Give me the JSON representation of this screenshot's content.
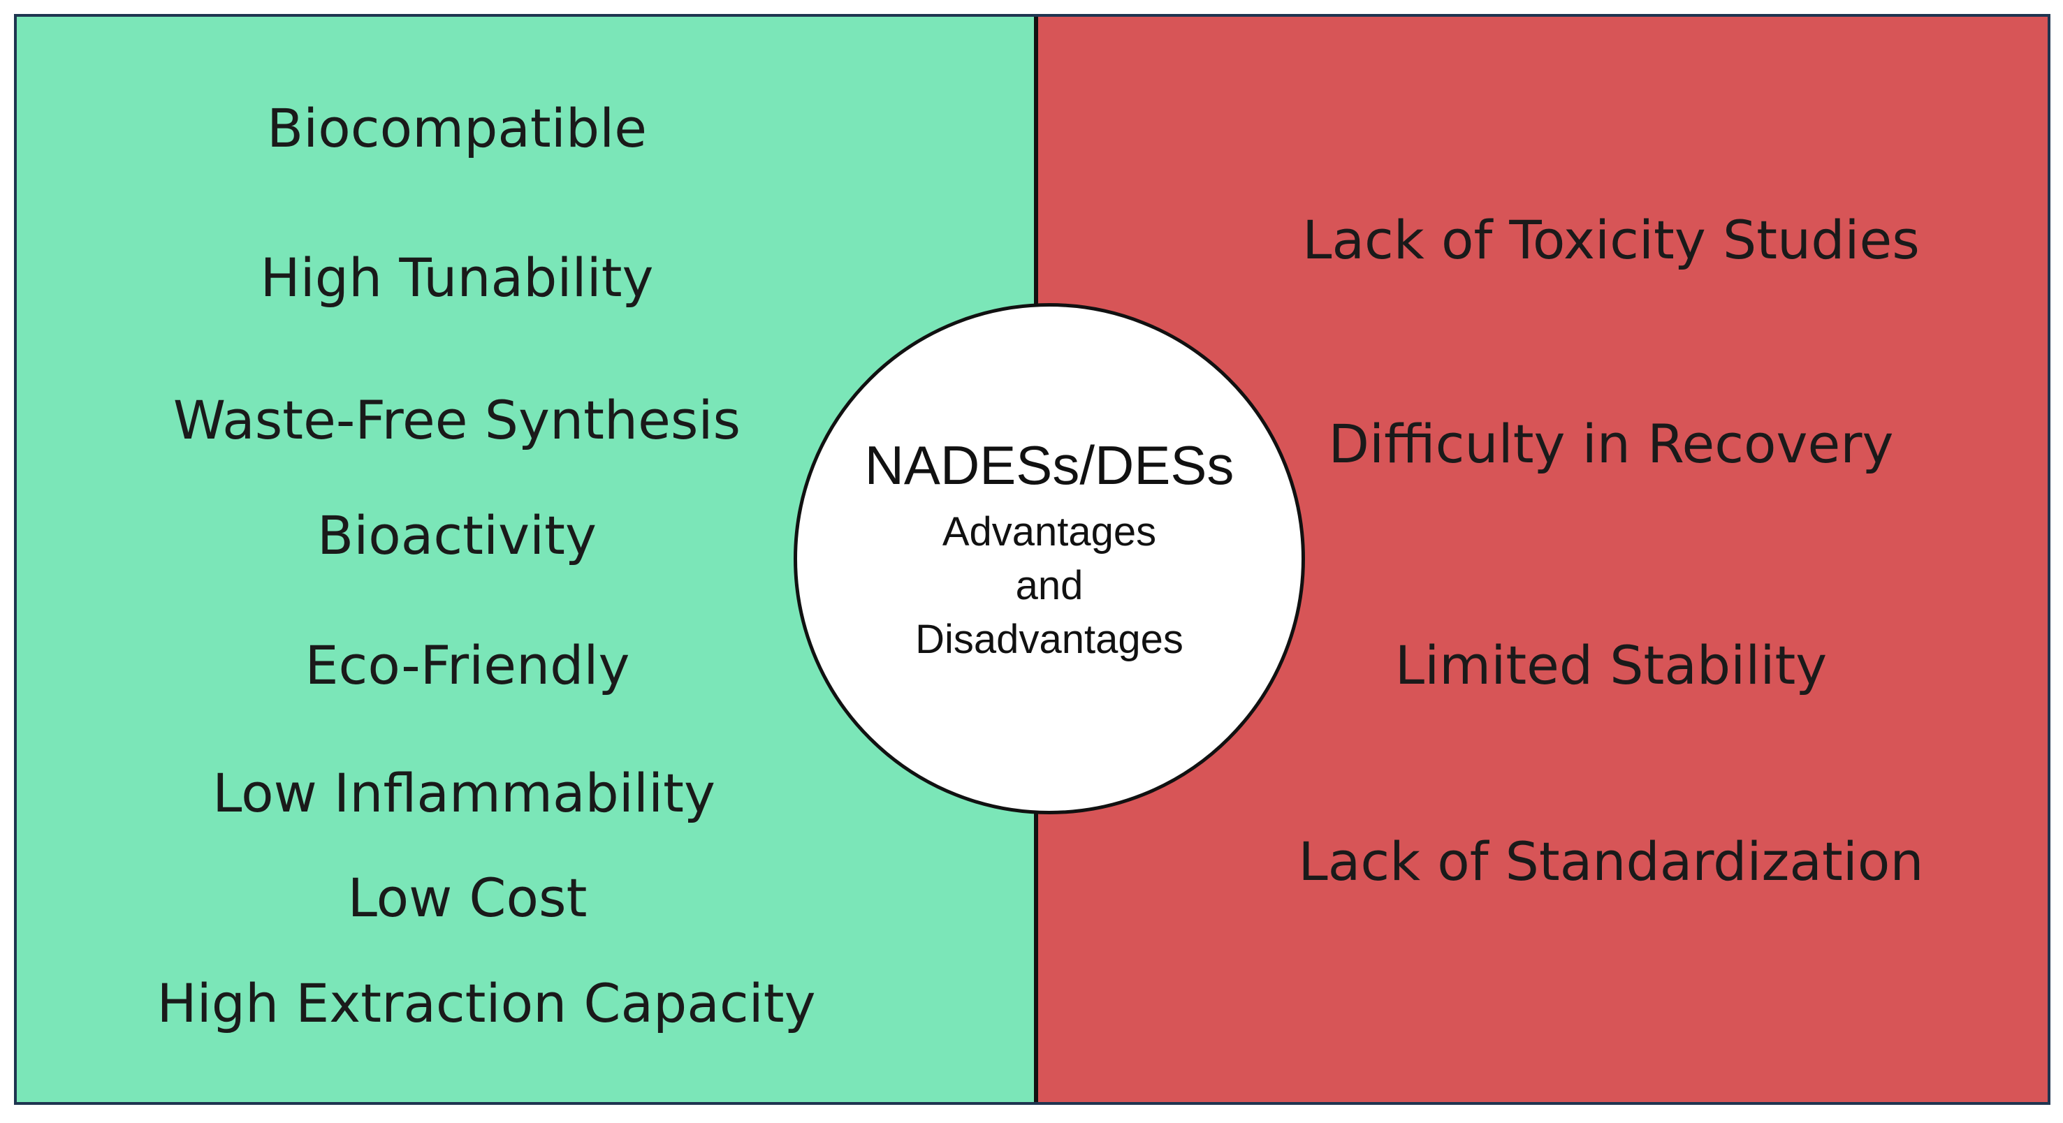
{
  "colors": {
    "advantages_bg": "#7be6b8",
    "disadvantages_bg": "#d75557",
    "border": "#1f3550",
    "divider": "#111111"
  },
  "center": {
    "title": "NADESs/DESs",
    "subtitle_lines": [
      "Advantages",
      "and",
      "Disadvantages"
    ]
  },
  "advantages": [
    "Biocompatible",
    "High Tunability",
    "Waste-Free Synthesis",
    "Bioactivity",
    "Eco-Friendly",
    "Low Inflammability",
    "Low Cost",
    "High Extraction Capacity"
  ],
  "disadvantages": [
    "Lack of Toxicity Studies",
    "Difficulty in Recovery",
    "Limited Stability",
    "Lack of Standardization"
  ]
}
